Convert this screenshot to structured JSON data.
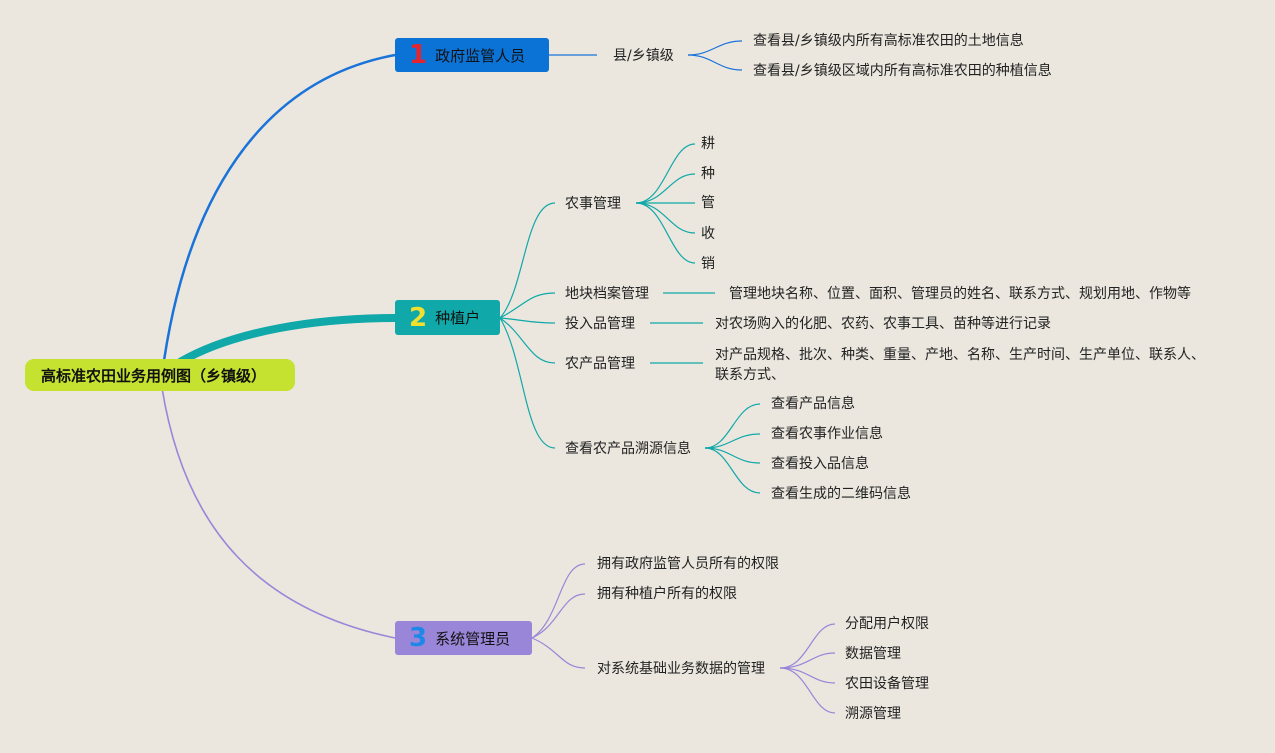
{
  "root": {
    "label": "高标准农田业务用例图（乡镇级）"
  },
  "branches": [
    {
      "number": "1",
      "label": "政府监管人员",
      "box_color": "#0b72d6",
      "number_color": "#e5242f",
      "line_color": "#1a73d9",
      "children": [
        {
          "label": "县/乡镇级",
          "children": [
            "查看县/乡镇级内所有高标准农田的土地信息",
            "查看县/乡镇级区域内所有高标准农田的种植信息"
          ]
        }
      ]
    },
    {
      "number": "2",
      "label": "种植户",
      "box_color": "#10a8a8",
      "number_color": "#f2e02f",
      "line_color": "#10a8a8",
      "children": [
        {
          "label": "农事管理",
          "children": [
            "耕",
            "种",
            "管",
            "收",
            "销"
          ]
        },
        {
          "label": "地块档案管理",
          "children": [
            "管理地块名称、位置、面积、管理员的姓名、联系方式、规划用地、作物等"
          ]
        },
        {
          "label": "投入品管理",
          "children": [
            "对农场购入的化肥、农药、农事工具、苗种等进行记录"
          ]
        },
        {
          "label": "农产品管理",
          "children": [
            "对产品规格、批次、种类、重量、产地、名称、生产时间、生产单位、联系人、联系方式、"
          ]
        },
        {
          "label": "查看农产品溯源信息",
          "children": [
            "查看产品信息",
            "查看农事作业信息",
            "查看投入品信息",
            "查看生成的二维码信息"
          ]
        }
      ]
    },
    {
      "number": "3",
      "label": "系统管理员",
      "box_color": "#9a86d8",
      "number_color": "#1e88e8",
      "line_color": "#9a86d8",
      "children": [
        {
          "label": "拥有政府监管人员所有的权限",
          "children": []
        },
        {
          "label": "拥有种植户所有的权限",
          "children": []
        },
        {
          "label": "对系统基础业务数据的管理",
          "children": [
            "分配用户权限",
            "数据管理",
            "农田设备管理",
            "溯源管理"
          ]
        }
      ]
    }
  ]
}
